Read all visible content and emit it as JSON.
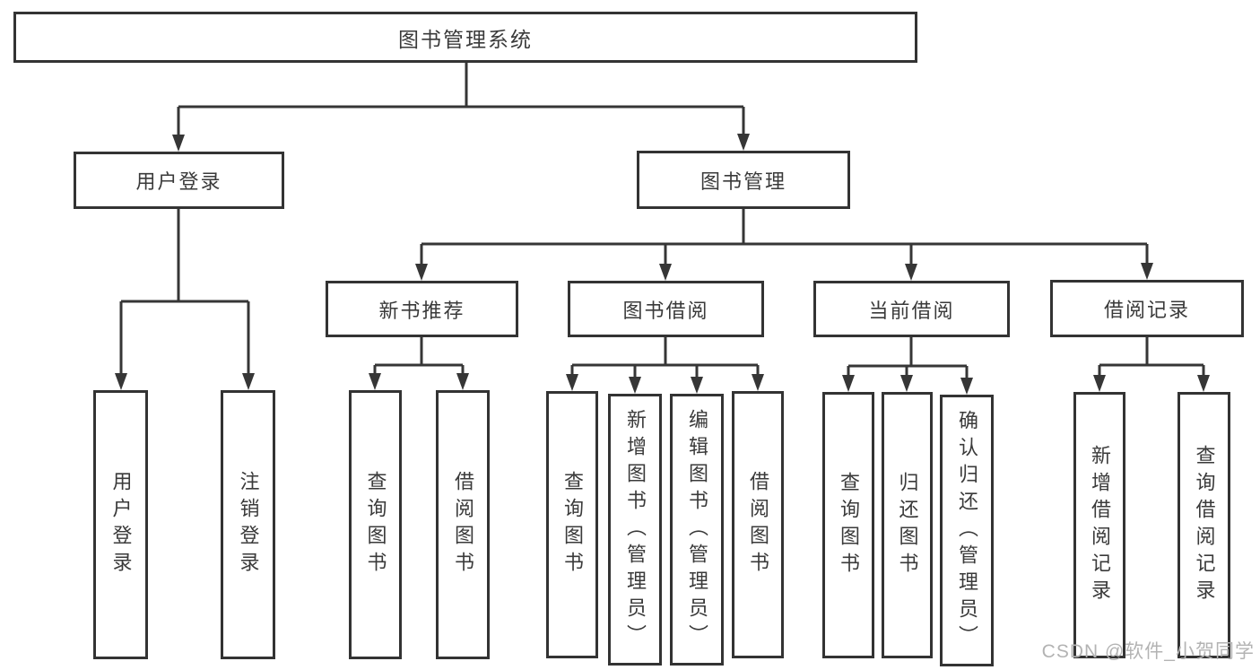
{
  "diagram": {
    "root": "图书管理系统",
    "branches": [
      {
        "label": "用户登录",
        "leaves": [
          "用户登录",
          "注销登录"
        ]
      },
      {
        "label": "图书管理",
        "groups": [
          {
            "label": "新书推荐",
            "leaves": [
              "查询图书",
              "借阅图书"
            ]
          },
          {
            "label": "图书借阅",
            "leaves": [
              "查询图书",
              "新增图书（管理员）",
              "编辑图书（管理员）",
              "借阅图书"
            ]
          },
          {
            "label": "当前借阅",
            "leaves": [
              "查询图书",
              "归还图书",
              "确认归还（管理员）"
            ]
          },
          {
            "label": "借阅记录",
            "leaves": [
              "新增借阅记录",
              "查询借阅记录"
            ]
          }
        ]
      }
    ],
    "watermark": "CSDN @软件_小贺同学",
    "colors": {
      "line": "#363636",
      "border": "#333333",
      "text": "#3a3a3a",
      "watermark": "#b3b3b3",
      "background": "#ffffff"
    }
  }
}
